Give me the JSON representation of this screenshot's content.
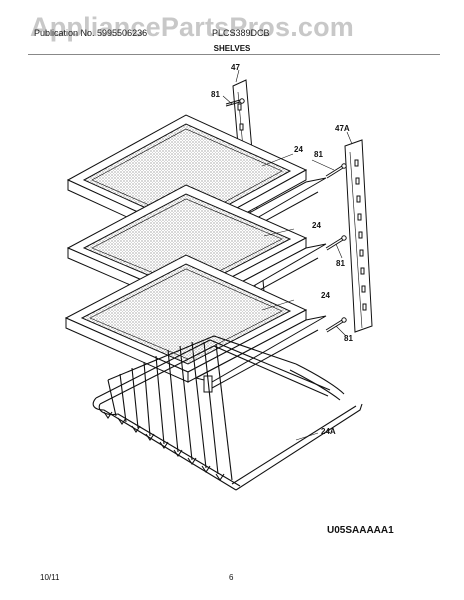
{
  "watermark": "AppliancePartsPros.com",
  "header": {
    "left_text": "Publication No. 5995506236",
    "right_text": "PLCS389DCB"
  },
  "title": "SHELVES",
  "callouts": {
    "support_left": "47",
    "support_right": "47A",
    "screw_top_left": "81",
    "screw_right_1": "81",
    "screw_right_2": "81",
    "screw_right_3": "81",
    "shelf_1": "24",
    "shelf_2": "24",
    "shelf_3": "24",
    "rack": "24A"
  },
  "diagram_code": "U05SAAAAA1",
  "footer": {
    "date": "10/11",
    "page_number": "6"
  }
}
